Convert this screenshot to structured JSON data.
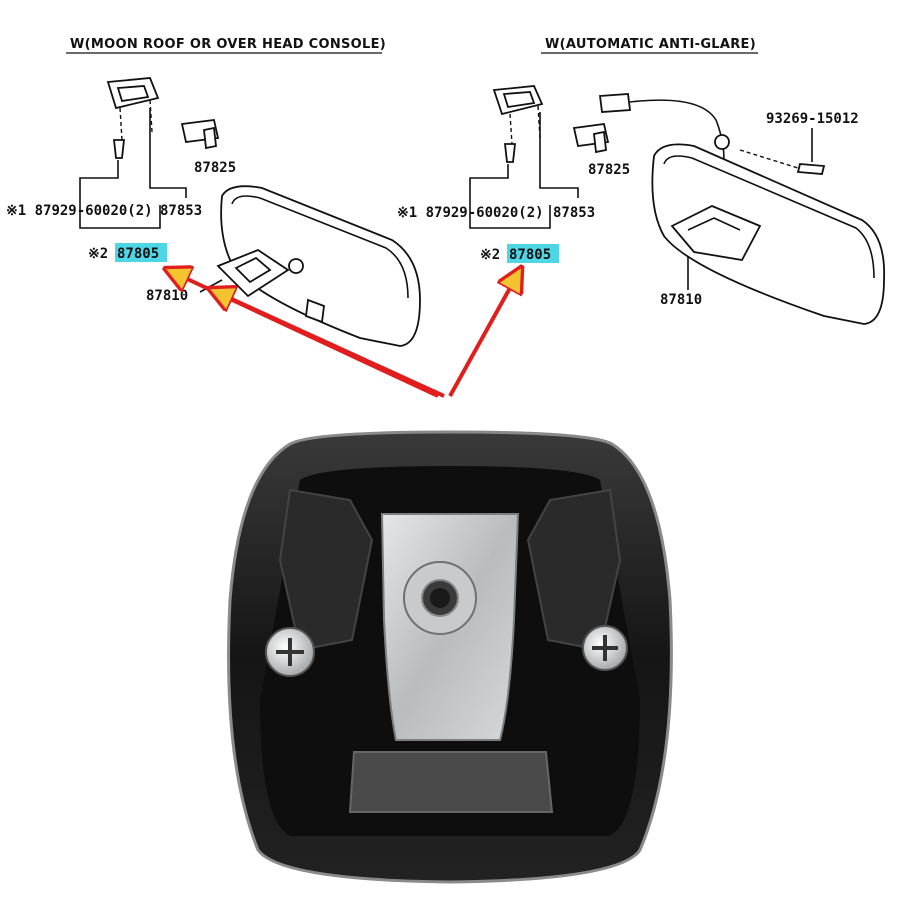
{
  "diagram": {
    "left": {
      "heading": "W(MOON ROOF OR OVER HEAD CONSOLE)",
      "label_87825": "87825",
      "label_87853": "87853",
      "label_note1": "※1 87929-60020(2)",
      "label_note2_prefix": "※2",
      "label_87805": "87805",
      "label_87810": "87810"
    },
    "right": {
      "heading": "W(AUTOMATIC ANTI-GLARE)",
      "label_93269": "93269-15012",
      "label_87825": "87825",
      "label_87853": "87853",
      "label_note1": "※1 87929-60020(2)",
      "label_note2_prefix": "※2",
      "label_87805": "87805",
      "label_87810": "87810"
    }
  },
  "colors": {
    "highlight": "#4fd6e6",
    "arrow": "#e01e1e",
    "arrowhead_fill": "#f4c430",
    "mount_body": "#1a1a1a",
    "metal_plate": "#c9cbcc"
  }
}
